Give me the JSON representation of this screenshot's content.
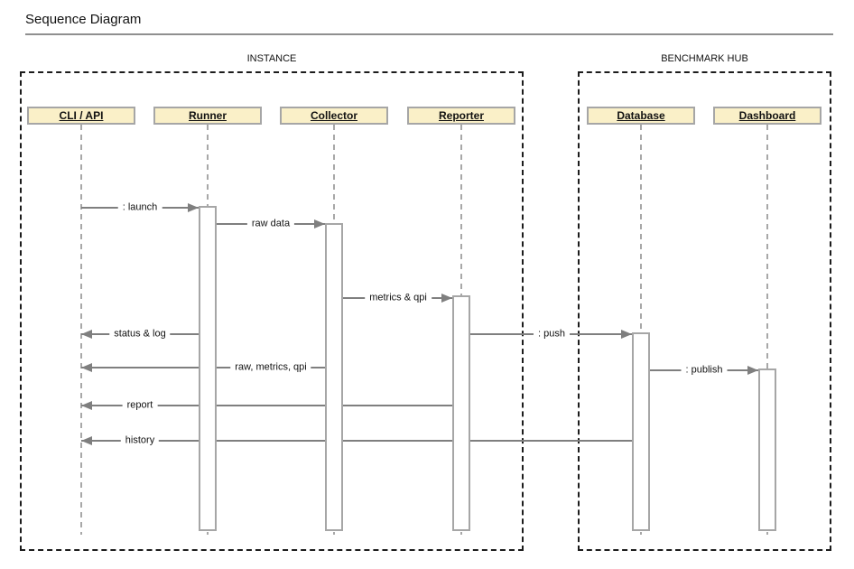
{
  "title": "Sequence Diagram",
  "groups": [
    {
      "label": "INSTANCE"
    },
    {
      "label": "BENCHMARK HUB"
    }
  ],
  "participants": [
    {
      "label": "CLI / API",
      "group": "INSTANCE"
    },
    {
      "label": "Runner",
      "group": "INSTANCE"
    },
    {
      "label": "Collector",
      "group": "INSTANCE"
    },
    {
      "label": "Reporter",
      "group": "INSTANCE"
    },
    {
      "label": "Database",
      "group": "BENCHMARK HUB"
    },
    {
      "label": "Dashboard",
      "group": "BENCHMARK HUB"
    }
  ],
  "messages": [
    {
      "from": "CLI / API",
      "to": "Runner",
      "label": ": launch"
    },
    {
      "from": "Runner",
      "to": "Collector",
      "label": "raw data"
    },
    {
      "from": "Collector",
      "to": "Reporter",
      "label": "metrics & qpi"
    },
    {
      "from": "Runner",
      "to": "CLI / API",
      "label": "status & log"
    },
    {
      "from": "Reporter",
      "to": "Database",
      "label": ": push"
    },
    {
      "from": "Collector",
      "to": "CLI / API",
      "label": "raw, metrics, qpi"
    },
    {
      "from": "Database",
      "to": "Dashboard",
      "label": ": publish"
    },
    {
      "from": "Reporter",
      "to": "CLI / API",
      "label": "report"
    },
    {
      "from": "Database",
      "to": "CLI / API",
      "label": "history"
    }
  ],
  "colors": {
    "participant_fill": "#FAF0C8",
    "participant_border": "#A6A6A6",
    "message_line": "#7F7F7F",
    "lifeline": "#A8A8A8",
    "group_border": "#1C1C1C",
    "title_rule": "#8F8F8F",
    "text": "#111111",
    "background": "#FFFFFF"
  }
}
